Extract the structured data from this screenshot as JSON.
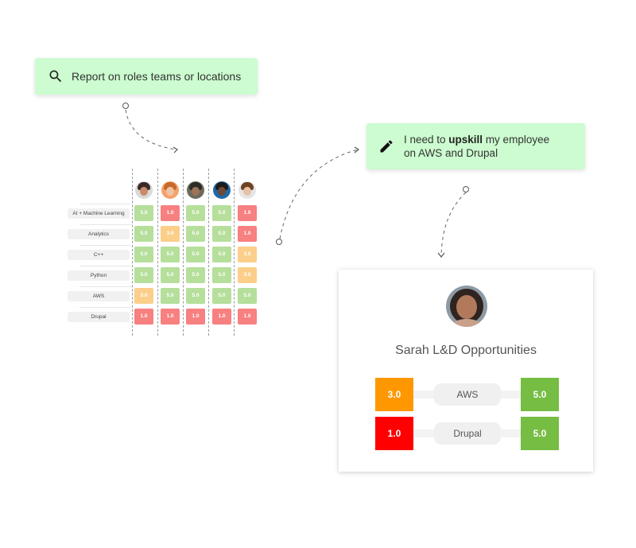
{
  "search_callout": {
    "text": "Report on roles teams or locations",
    "icon": "search-icon"
  },
  "upskill_callout": {
    "prefix": "I need to ",
    "emphasis": "upskill",
    "suffix": " my employee",
    "line2": "on AWS and Drupal",
    "icon": "pencil-icon"
  },
  "matrix": {
    "skills": [
      "AI + Machine Learning",
      "Analytics",
      "C++",
      "Python",
      "AWS",
      "Drupal"
    ],
    "avatars": [
      {
        "name": "avatar-1",
        "hair": "#3a2a22",
        "skin": "#c98a6a",
        "bg": "#d9d9d9"
      },
      {
        "name": "avatar-2",
        "hair": "#c5692c",
        "skin": "#f0c3a4",
        "bg": "#f4a26b"
      },
      {
        "name": "avatar-3",
        "hair": "#2e2a26",
        "skin": "#9c7458",
        "bg": "#6d6a5d"
      },
      {
        "name": "avatar-4",
        "hair": "#1e1a18",
        "skin": "#6e4a36",
        "bg": "#1f6aa6"
      },
      {
        "name": "avatar-5",
        "hair": "#6d4024",
        "skin": "#e8c2a6",
        "bg": "#e5e5e5"
      }
    ],
    "rows": [
      [
        "5.0",
        "1.0",
        "5.0",
        "5.0",
        "1.0"
      ],
      [
        "5.0",
        "3.0",
        "5.0",
        "5.0",
        "1.0"
      ],
      [
        "5.0",
        "5.0",
        "5.0",
        "5.0",
        "3.0"
      ],
      [
        "5.0",
        "5.0",
        "5.0",
        "5.0",
        "3.0"
      ],
      [
        "3.0",
        "5.0",
        "5.0",
        "5.0",
        "5.0"
      ],
      [
        "1.0",
        "1.0",
        "1.0",
        "1.0",
        "1.0"
      ]
    ],
    "colors": {
      "5.0": "#b5df9b",
      "3.0": "#fbcf8a",
      "1.0": "#f78080"
    }
  },
  "profile": {
    "name": "Sarah L&D Opportunities",
    "skills": [
      {
        "label": "AWS",
        "current": "3.0",
        "target": "5.0",
        "current_color": "#ff9800",
        "target_color": "#76bd43"
      },
      {
        "label": "Drupal",
        "current": "1.0",
        "target": "5.0",
        "current_color": "#ff0000",
        "target_color": "#76bd43"
      }
    ]
  }
}
